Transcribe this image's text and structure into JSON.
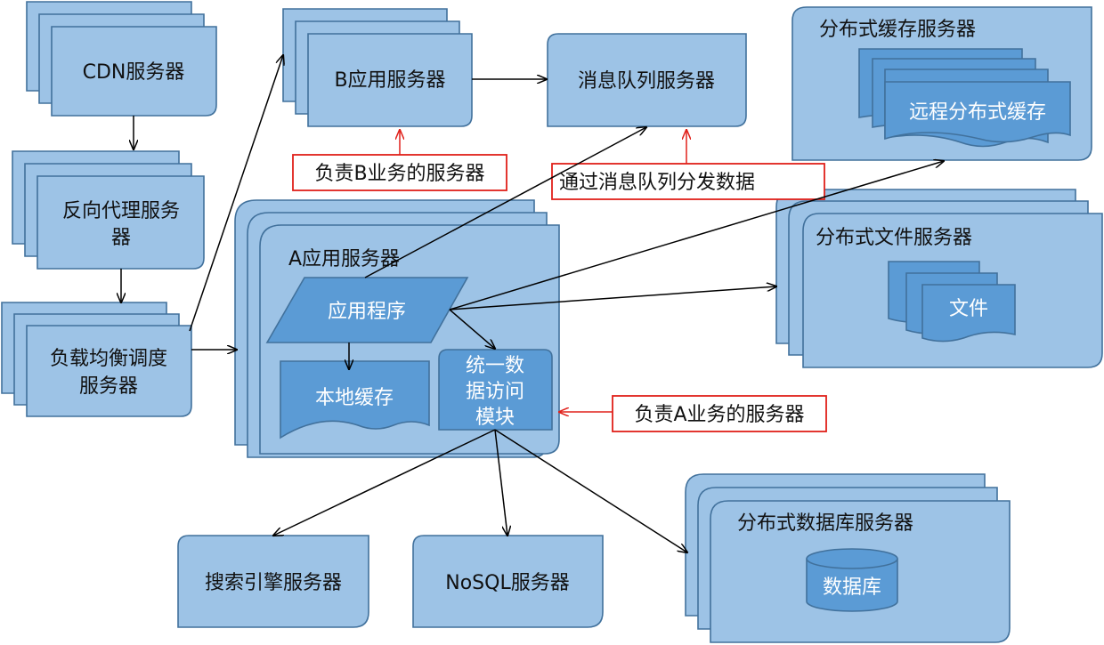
{
  "nodes": {
    "cdn": "CDN服务器",
    "reverse_proxy_line1": "反向代理服务",
    "reverse_proxy_line2": "器",
    "load_balancer_line1": "负载均衡调度",
    "load_balancer_line2": "服务器",
    "app_b": "B应用服务器",
    "message_queue": "消息队列服务器",
    "distributed_cache": "分布式缓存服务器",
    "remote_cache": "远程分布式缓存",
    "app_a": "A应用服务器",
    "application": "应用程序",
    "local_cache": "本地缓存",
    "data_access_line1": "统一数",
    "data_access_line2": "据访问",
    "data_access_line3": "模块",
    "file_server": "分布式文件服务器",
    "file": "文件",
    "search": "搜索引擎服务器",
    "nosql": "NoSQL服务器",
    "db_server": "分布式数据库服务器",
    "database": "数据库"
  },
  "annotations": {
    "b_business": "负责B业务的服务器",
    "mq_dispatch": "通过消息队列分发数据",
    "a_business": "负责A业务的服务器"
  },
  "colors": {
    "box_fill": "#9dc3e6",
    "box_stroke": "#41719c",
    "inner_fill": "#5b9bd5",
    "annotation_red": "#e0201a"
  }
}
